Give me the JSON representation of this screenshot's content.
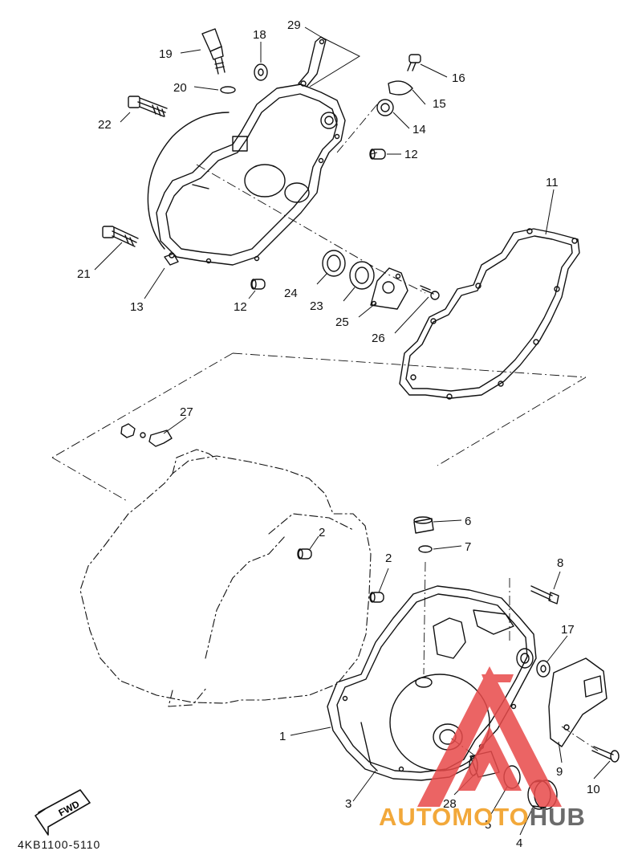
{
  "diagram": {
    "callouts": [
      {
        "id": "c1",
        "text": "1"
      },
      {
        "id": "c2a",
        "text": "2"
      },
      {
        "id": "c2b",
        "text": "2"
      },
      {
        "id": "c3",
        "text": "3"
      },
      {
        "id": "c4",
        "text": "4"
      },
      {
        "id": "c5",
        "text": "5"
      },
      {
        "id": "c6",
        "text": "6"
      },
      {
        "id": "c7",
        "text": "7"
      },
      {
        "id": "c8",
        "text": "8"
      },
      {
        "id": "c9",
        "text": "9"
      },
      {
        "id": "c10",
        "text": "10"
      },
      {
        "id": "c11",
        "text": "11"
      },
      {
        "id": "c12a",
        "text": "12"
      },
      {
        "id": "c12b",
        "text": "12"
      },
      {
        "id": "c13",
        "text": "13"
      },
      {
        "id": "c14",
        "text": "14"
      },
      {
        "id": "c15",
        "text": "15"
      },
      {
        "id": "c16",
        "text": "16"
      },
      {
        "id": "c17",
        "text": "17"
      },
      {
        "id": "c18",
        "text": "18"
      },
      {
        "id": "c19",
        "text": "19"
      },
      {
        "id": "c20",
        "text": "20"
      },
      {
        "id": "c21",
        "text": "21"
      },
      {
        "id": "c22",
        "text": "22"
      },
      {
        "id": "c23",
        "text": "23"
      },
      {
        "id": "c24",
        "text": "24"
      },
      {
        "id": "c25",
        "text": "25"
      },
      {
        "id": "c26",
        "text": "26"
      },
      {
        "id": "c27",
        "text": "27"
      },
      {
        "id": "c28",
        "text": "28"
      },
      {
        "id": "c29",
        "text": "29"
      }
    ],
    "fwd_label": "FWD",
    "part_code": "4KB1100-5110"
  },
  "watermark": {
    "part1": "AUTOMOTO",
    "part2": "HUB",
    "colors": {
      "logo_red": "#e84a4a",
      "text_orange": "#f2a83a",
      "text_gray": "#6b6b6b"
    }
  }
}
